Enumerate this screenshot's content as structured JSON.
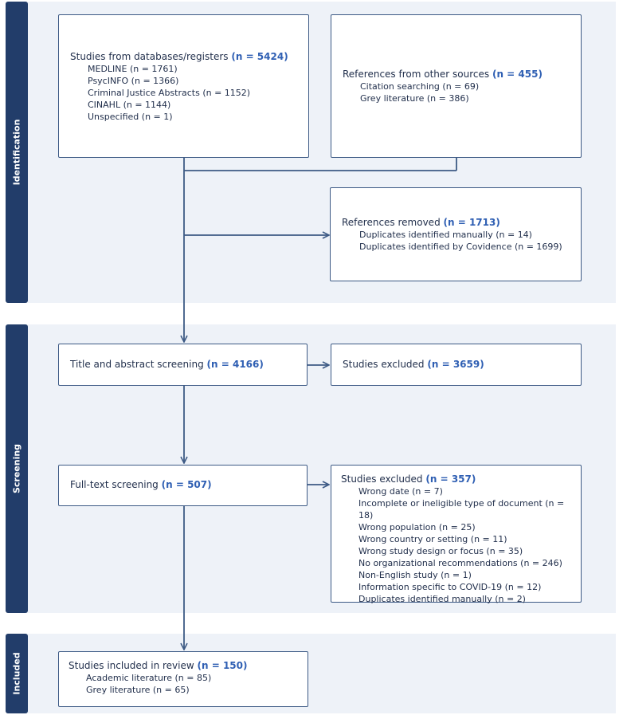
{
  "sections": {
    "identification": "Identification",
    "screening": "Screening",
    "included": "Included"
  },
  "databases": {
    "label": "Studies from databases/registers",
    "count": "(n = 5424)",
    "items": [
      "MEDLINE (n = 1761)",
      "PsycINFO (n = 1366)",
      "Criminal Justice Abstracts (n = 1152)",
      "CINAHL (n = 1144)",
      "Unspecified (n = 1)"
    ]
  },
  "other_sources": {
    "label": "References from other sources",
    "count": "(n = 455)",
    "items": [
      "Citation searching (n = 69)",
      "Grey literature (n = 386)"
    ]
  },
  "removed": {
    "label": "References removed",
    "count": "(n = 1713)",
    "items": [
      "Duplicates identified manually (n = 14)",
      "Duplicates identified by Covidence (n = 1699)"
    ]
  },
  "title_abstract": {
    "label": "Title and abstract screening",
    "count": "(n = 4166)"
  },
  "excluded_1": {
    "label": "Studies excluded",
    "count": "(n = 3659)"
  },
  "full_text": {
    "label": "Full-text screening",
    "count": "(n = 507)"
  },
  "excluded_2": {
    "label": "Studies excluded",
    "count": "(n = 357)",
    "items": [
      "Wrong date (n = 7)",
      "Incomplete or ineligible type of document (n = 18)",
      "Wrong population (n = 25)",
      "Wrong country or setting (n = 11)",
      "Wrong study design or focus (n = 35)",
      "No organizational recommendations (n = 246)",
      "Non-English study (n = 1)",
      "Information specific to COVID-19 (n = 12)",
      "Duplicates identified manually (n = 2)"
    ]
  },
  "included": {
    "label": "Studies included in review",
    "count": "(n = 150)",
    "items": [
      "Academic literature (n = 85)",
      "Grey literature (n = 65)"
    ]
  },
  "colors": {
    "tab": "#223d6a",
    "section_bg": "#eef2f8",
    "border": "#3d5a85",
    "count_text": "#2f5fb3"
  }
}
